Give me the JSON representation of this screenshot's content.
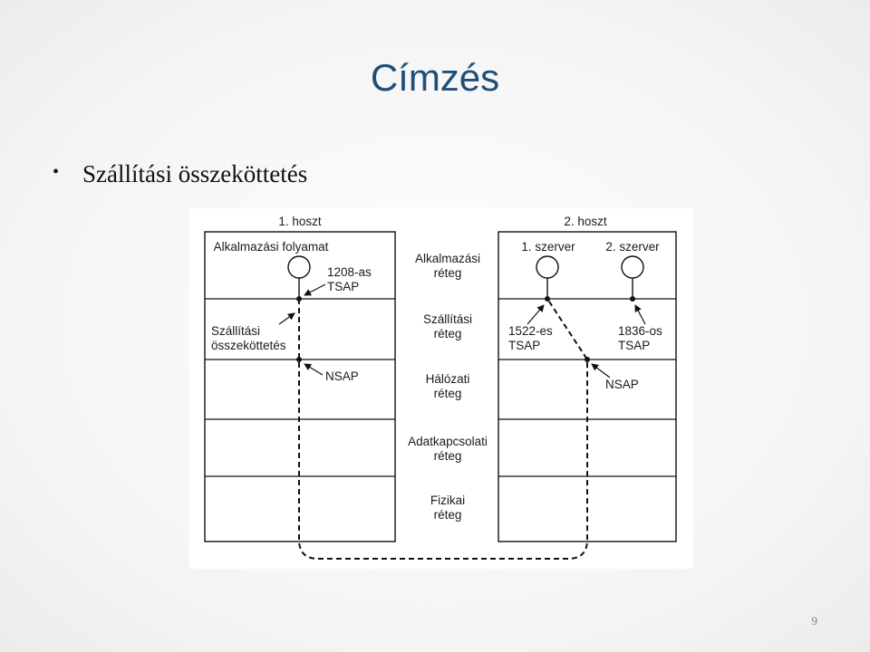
{
  "slide": {
    "title": "Címzés",
    "bullet": "Szállítási összeköttetés",
    "page_number": "9"
  },
  "diagram": {
    "host1": {
      "title": "1. hoszt",
      "process": "Alkalmazási folyamat",
      "tsap_line1": "1208-as",
      "tsap_line2": "TSAP",
      "conn_line1": "Szállítási",
      "conn_line2": "összeköttetés",
      "nsap": "NSAP"
    },
    "host2": {
      "title": "2. hoszt",
      "server1": "1. szerver",
      "server2": "2. szerver",
      "tsap1_line1": "1522-es",
      "tsap1_line2": "TSAP",
      "tsap2_line1": "1836-os",
      "tsap2_line2": "TSAP",
      "nsap": "NSAP"
    },
    "layers": [
      {
        "line1": "Alkalmazási",
        "line2": "réteg"
      },
      {
        "line1": "Szállítási",
        "line2": "réteg"
      },
      {
        "line1": "Hálózati",
        "line2": "réteg"
      },
      {
        "line1": "Adatkapcsolati",
        "line2": "réteg"
      },
      {
        "line1": "Fizikai",
        "line2": "réteg"
      }
    ]
  }
}
